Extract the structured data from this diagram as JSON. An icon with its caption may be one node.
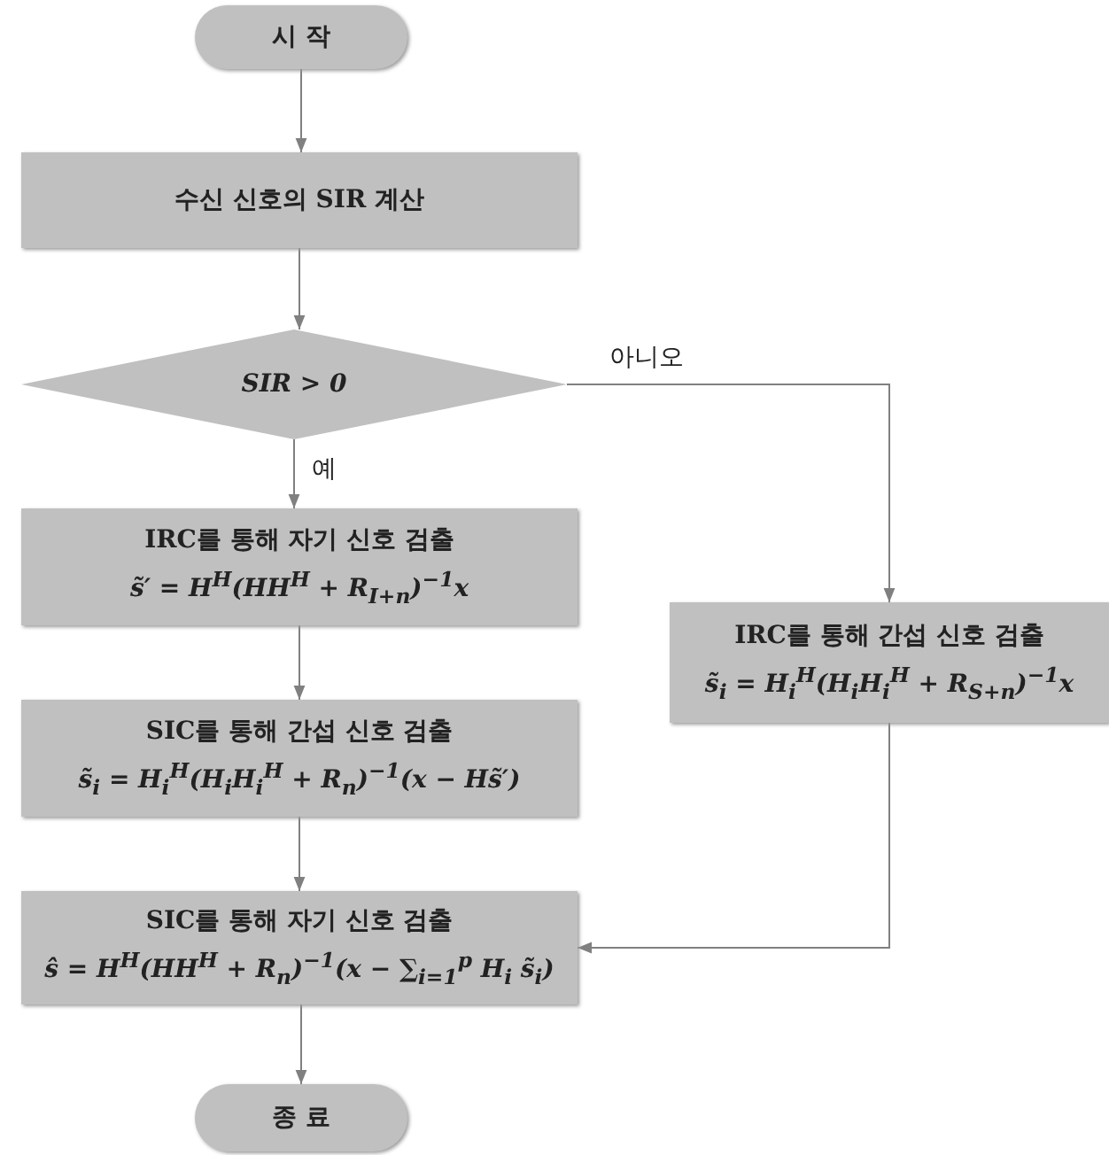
{
  "diagram": {
    "nodes": [
      {
        "text": [
          "시 작"
        ]
      },
      {
        "text": [
          "수신 신호의 SIR 계산"
        ]
      },
      {
        "text": [
          "SIR > 0"
        ]
      },
      {
        "text": [
          "IRC를 통해 자기 신호 검출",
          "s̃′ = H$^{H}$(HH$^{H}$ + R$_{I+n}$)$^{−1}$x"
        ]
      },
      {
        "text": [
          "IRC를 통해 간섭 신호 검출",
          "s̃$_{i}$ = H$_{i}$$^{H}$(H$_{i}$H$_{i}$$^{H}$ + R$_{S+n}$)$^{−1}$x"
        ]
      },
      {
        "text": [
          "SIC를 통해 간섭 신호 검출",
          "s̃$_{i}$ = H$_{i}$$^{H}$(H$_{i}$H$_{i}$$^{H}$ + R$_{n}$)$^{−1}$(x − Hs̃′)"
        ]
      },
      {
        "text": [
          "SIC를 통해 자기 신호 검출",
          "ŝ = H$^{H}$(HH$^{H}$ + R$_{n}$)$^{−1}$(x − ∑$_{i=1}$$^{p}$ H$_{i}$ s̃$_{i}$)"
        ]
      },
      {
        "text": [
          "종 료"
        ]
      }
    ],
    "edges": [
      {
        "from": 0,
        "to": 1,
        "arrow": "to"
      },
      {
        "from": 1,
        "to": 2,
        "arrow": "to"
      },
      {
        "from": 2,
        "to": 3,
        "arrow": "to",
        "label": "예"
      },
      {
        "from": 2,
        "to": 4,
        "arrow": "to",
        "label": "아니오"
      },
      {
        "from": 3,
        "to": 5,
        "arrow": "to"
      },
      {
        "from": 5,
        "to": 6,
        "arrow": "to"
      },
      {
        "from": 4,
        "to": 6,
        "arrow": "to"
      },
      {
        "from": 6,
        "to": 7,
        "arrow": "to"
      }
    ]
  }
}
